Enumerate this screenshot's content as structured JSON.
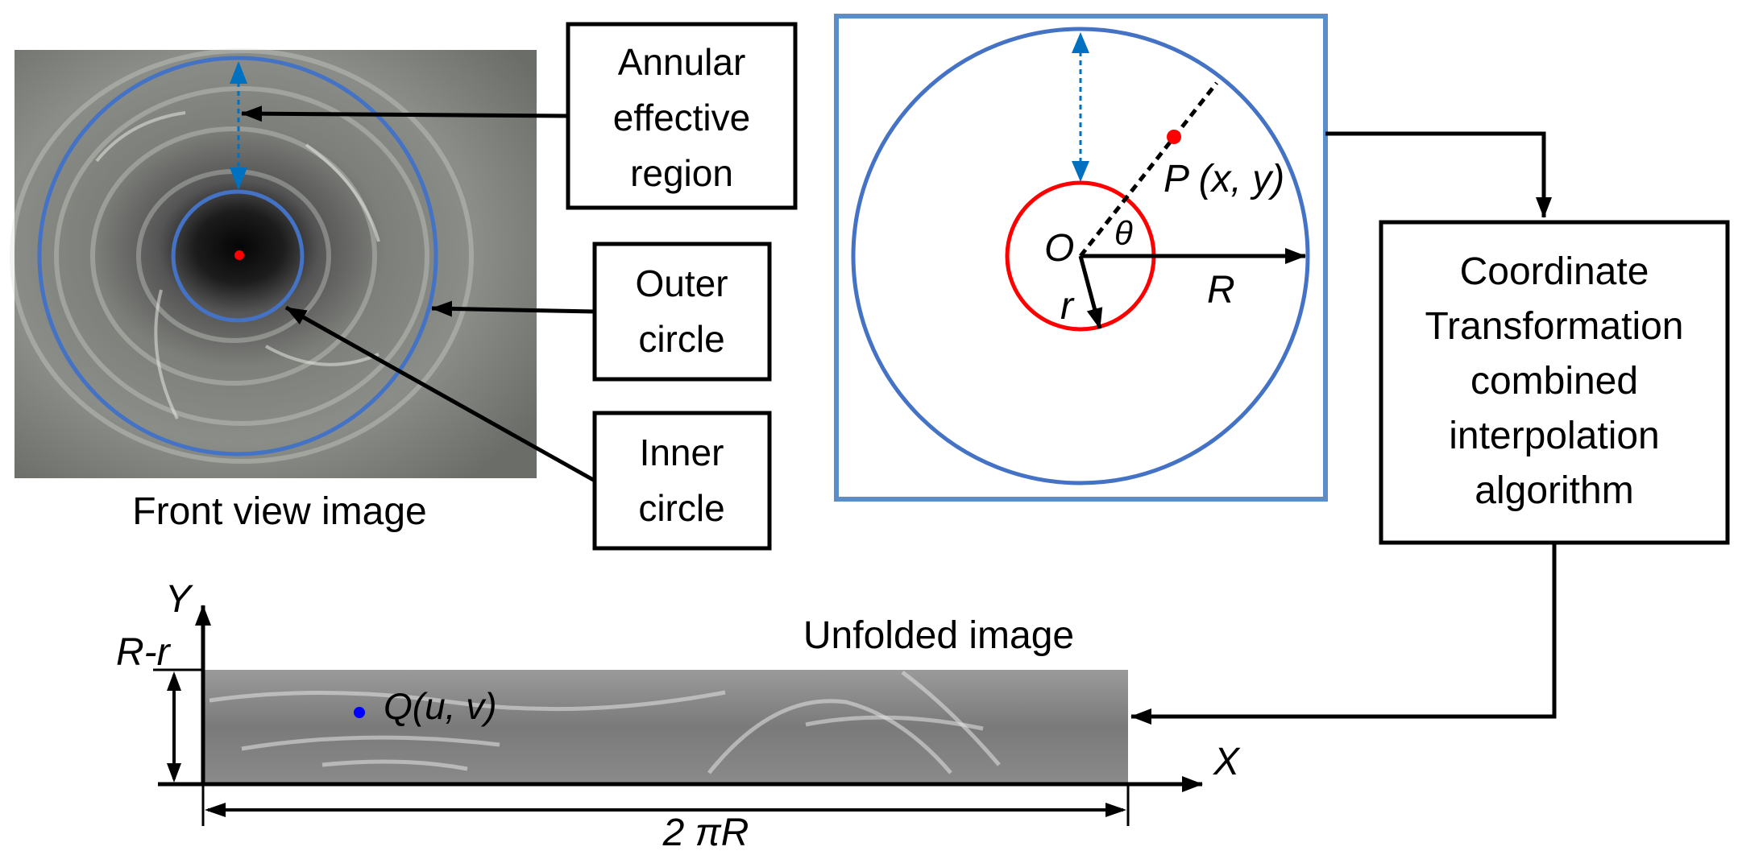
{
  "labels": {
    "annular_line1": "Annular",
    "annular_line2": "effective",
    "annular_line3": "region",
    "outer_line1": "Outer",
    "outer_line2": "circle",
    "inner_line1": "Inner",
    "inner_line2": "circle",
    "front_view": "Front view image",
    "coord_line1": "Coordinate",
    "coord_line2": "Transformation",
    "coord_line3": "combined",
    "coord_line4": "interpolation",
    "coord_line5": "algorithm",
    "unfolded": "Unfolded image",
    "point_p": "P (x, y)",
    "origin_o": "O",
    "theta": "θ",
    "radius_R": "R",
    "radius_r": "r",
    "axis_y": "Y",
    "axis_x": "X",
    "height_label": "R-r",
    "width_label": "2 πR",
    "point_q": "Q(u, v)"
  },
  "colors": {
    "circle_blue": "#4472C4",
    "frame_blue": "#5B8EC9",
    "inner_red": "#FF0000",
    "dashed_blue": "#0070C0",
    "point_red": "#FF0000",
    "point_blue": "#0000FF"
  }
}
